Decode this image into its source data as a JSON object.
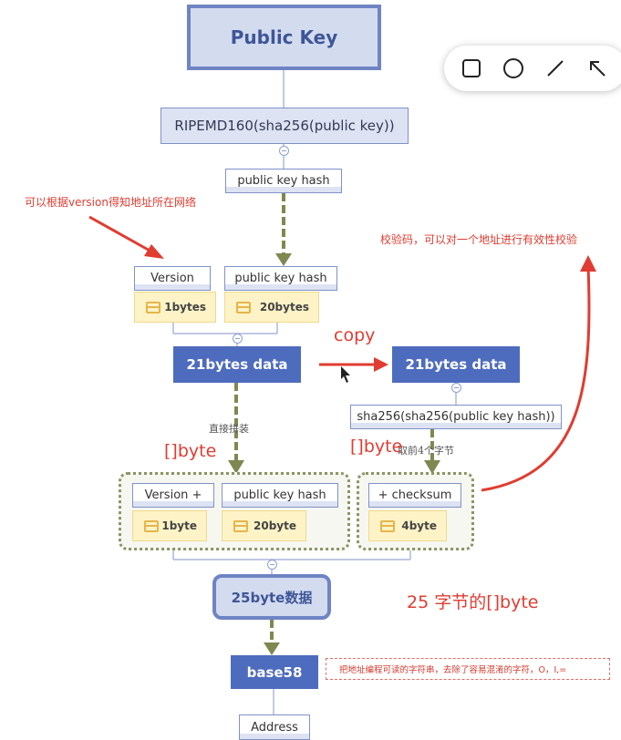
{
  "nodes": {
    "public_key": "Public Key",
    "ripemd": "RIPEMD160(sha256(public key))",
    "pubkey_hash_top": "public key hash",
    "version": "Version",
    "pubkey_hash_mid": "public key hash",
    "bytes_1": "1bytes",
    "bytes_20": "20bytes",
    "data21_left": "21bytes data",
    "data21_right": "21bytes data",
    "double_sha": "sha256(sha256(public key hash))",
    "version_plus": "Version +",
    "pubkey_hash_bottom": "public key hash",
    "checksum": "+ checksum",
    "byte_1": "1byte",
    "byte_20": "20byte",
    "byte_4": "4byte",
    "data25": "25byte数据",
    "base58": "base58",
    "address": "Address"
  },
  "labels": {
    "concat": "直接拼装",
    "take4": "取前4个字节"
  },
  "annotations": {
    "version_note": "可以根据version得知地址所在网络",
    "checksum_note": "校验码，可以对一个地址进行有效性校验",
    "copy": "copy",
    "byte_slice_left": "[]byte",
    "byte_slice_right": "[]byte",
    "bytes25": "25 字节的[]byte",
    "base58_note": "把地址编程可读的字符串，去除了容易混淆的字符，O，I,="
  },
  "toolbar": {
    "tools": [
      "rectangle-tool",
      "ellipse-tool",
      "line-tool",
      "arrow-tool"
    ]
  },
  "colors": {
    "primary_blue": "#4e6cbd",
    "light_blue": "#d3dbef",
    "annotation_red": "#e03c31",
    "arrow_olive": "#7f8850",
    "byte_yellow": "#fdf3c6"
  }
}
